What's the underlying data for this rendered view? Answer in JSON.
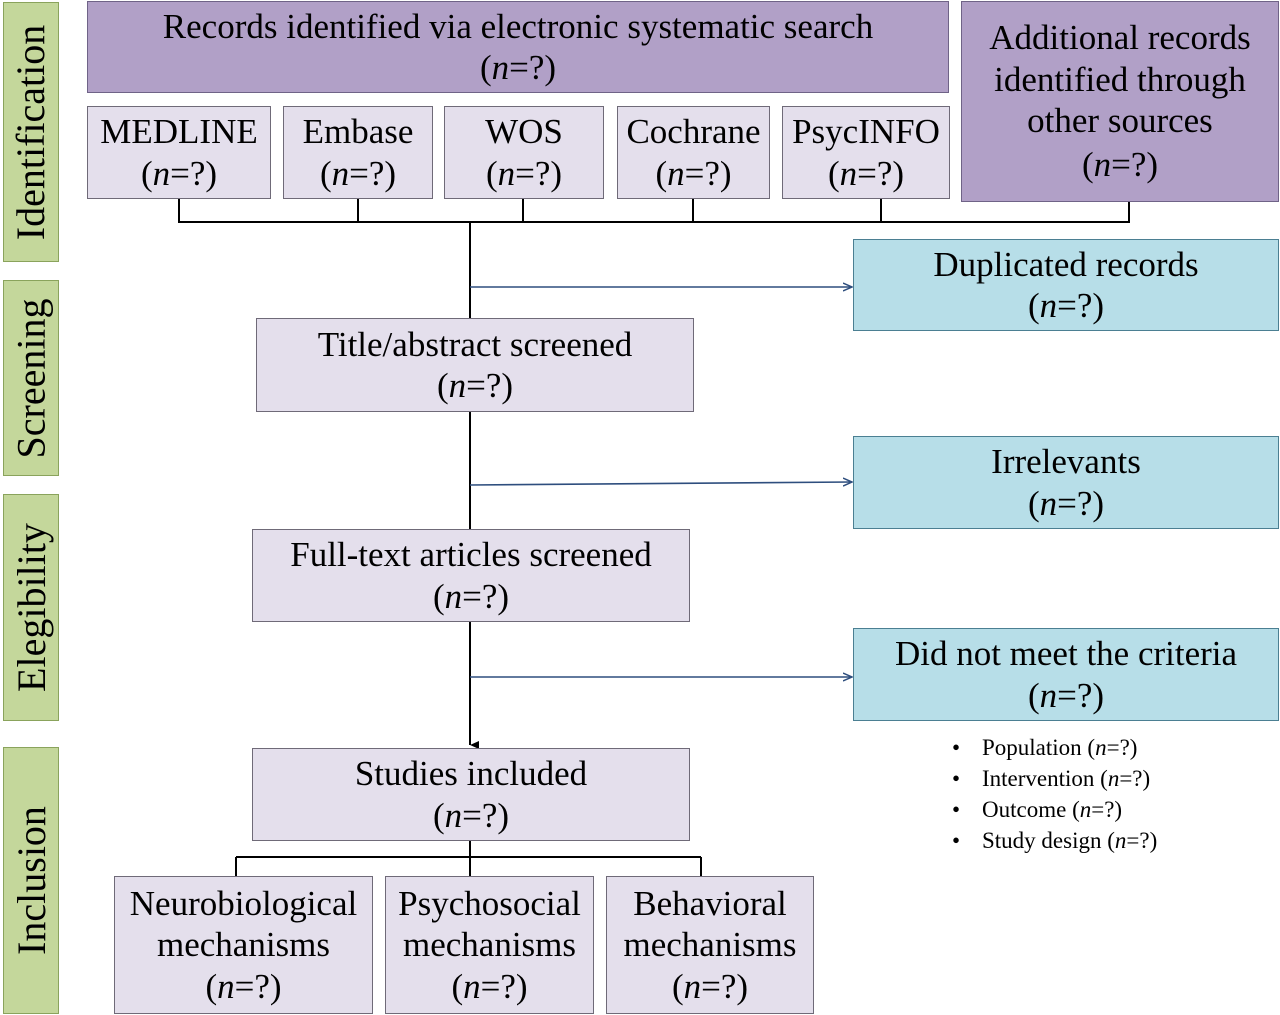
{
  "phases": {
    "identification": "Identification",
    "screening": "Screening",
    "eligibility": "Elegibility",
    "inclusion": "Inclusion"
  },
  "count": "(n=?)",
  "records_search": "Records identified via electronic systematic search",
  "additional_records": [
    "Additional records",
    "identified through",
    "other sources"
  ],
  "databases": [
    "MEDLINE",
    "Embase",
    "WOS",
    "Cochrane",
    "PsycINFO"
  ],
  "duplicated": "Duplicated records",
  "title_abstract": "Title/abstract screened",
  "irrelevants": "Irrelevants",
  "full_text": "Full-text articles screened",
  "did_not_meet": "Did not meet the criteria",
  "criteria": [
    "Population",
    "Intervention",
    "Outcome",
    "Study design"
  ],
  "studies_included": "Studies included",
  "mechanisms": [
    [
      "Neurobiological",
      "mechanisms"
    ],
    [
      "Psychosocial",
      "mechanisms"
    ],
    [
      "Behavioral",
      "mechanisms"
    ]
  ],
  "colors": {
    "phase_fill": "#c4d79b",
    "source_fill": "#b1a0c7",
    "process_fill": "#e4dfec",
    "excluded_fill": "#b7dee8",
    "arrow": "#2e4e7e"
  }
}
